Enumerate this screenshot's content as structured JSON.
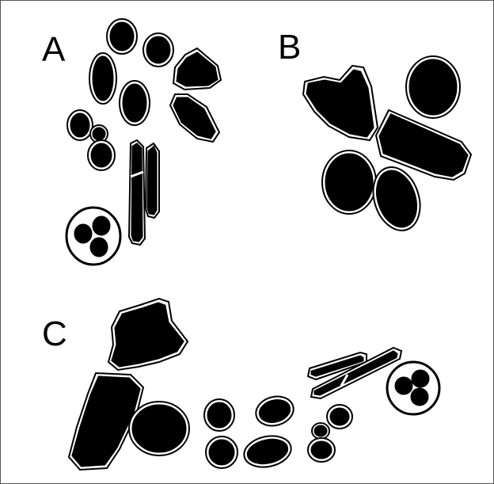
{
  "panels": {
    "a": {
      "label": "A"
    },
    "b": {
      "label": "B"
    },
    "c": {
      "label": "C"
    }
  },
  "colors": {
    "shape_fill": "#000000",
    "outline": "#000000",
    "background": "#ffffff"
  }
}
